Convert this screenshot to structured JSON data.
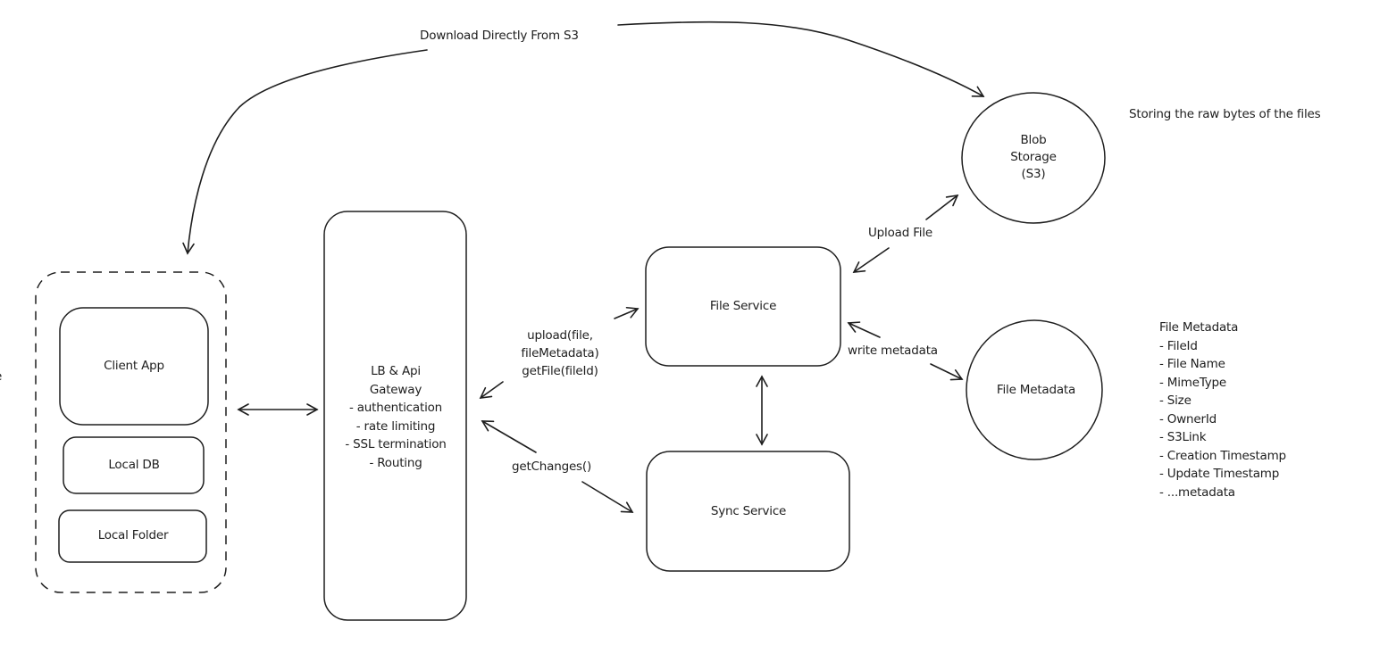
{
  "diagram": {
    "title": "File Storage System Design",
    "colors": {
      "stroke": "#1e1e1e",
      "background": "#ffffff"
    },
    "clipped_left_text": "e",
    "client_group": {
      "style": "dashed",
      "client_app": "Client App",
      "local_db": "Local DB",
      "local_folder": "Local Folder"
    },
    "gateway": {
      "lines": [
        "LB & Api",
        "Gateway",
        "- authentication",
        "- rate limiting",
        "- SSL termination",
        "- Routing"
      ]
    },
    "file_service": "File Service",
    "sync_service": "Sync Service",
    "blob_storage": {
      "lines": [
        "Blob",
        "Storage",
        "(S3)"
      ]
    },
    "file_metadata_db": "File Metadata",
    "annotations": {
      "blob_note": "Storing the raw bytes of the files",
      "metadata_schema": {
        "title": "File Metadata",
        "fields": [
          "- FileId",
          "- File Name",
          "- MimeType",
          "- Size",
          "- OwnerId",
          "- S3Link",
          "- Creation Timestamp",
          "- Update Timestamp",
          "- ...metadata"
        ]
      }
    },
    "edges": {
      "download": "Download Directly From S3",
      "upload_file": "Upload File",
      "write_metadata": "write metadata",
      "gateway_to_file_service": [
        "upload(file,",
        "fileMetadata)",
        "getFile(fileId)"
      ],
      "gateway_to_sync_service": "getChanges()"
    }
  }
}
